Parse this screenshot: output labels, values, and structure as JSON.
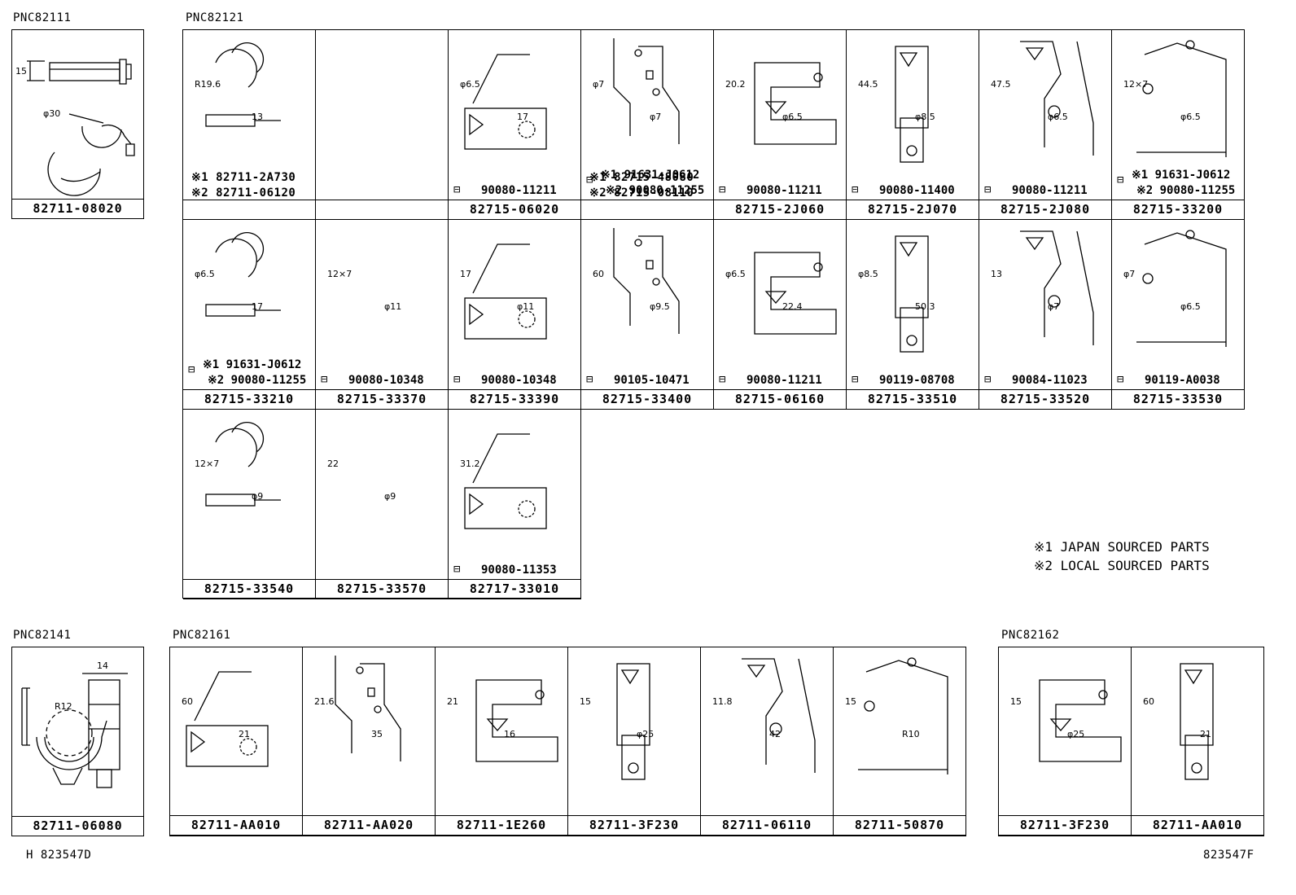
{
  "pnc_labels": {
    "p82111": "PNC82111",
    "p82121": "PNC82121",
    "p82141": "PNC82141",
    "p82161": "PNC82161",
    "p82162": "PNC82162"
  },
  "group_82111": {
    "cell": {
      "part": "82711-08020",
      "dims": [
        "15",
        "φ30"
      ]
    }
  },
  "group_82121": {
    "rows": [
      [
        {
          "notes": [
            "※1 82711-2A730",
            "※2 82711-06120"
          ],
          "part": "",
          "dims": [
            "R19.6",
            "13"
          ],
          "fastener": ""
        },
        {
          "part": "",
          "dims": [],
          "fastener": ""
        },
        {
          "part": "82715-06020",
          "dims": [
            "φ6.5",
            "17"
          ],
          "fastener": "90080-11211"
        },
        {
          "notes": [
            "※1 82715-48080",
            "※2 82715-08110"
          ],
          "part": "",
          "dims": [
            "φ7",
            "φ7"
          ],
          "fastener_notes": [
            "※1 91631-J0612",
            "※2 90080-11255"
          ]
        },
        {
          "part": "82715-2J060",
          "dims": [
            "20.2",
            "φ6.5"
          ],
          "fastener": "90080-11211"
        },
        {
          "part": "82715-2J070",
          "dims": [
            "44.5",
            "φ8.5"
          ],
          "fastener": "90080-11400"
        },
        {
          "part": "82715-2J080",
          "dims": [
            "47.5",
            "φ6.5"
          ],
          "fastener": "90080-11211"
        },
        {
          "part": "82715-33200",
          "dims": [
            "12×7",
            "φ6.5"
          ],
          "fastener_notes": [
            "※1 91631-J0612",
            "※2 90080-11255"
          ]
        }
      ],
      [
        {
          "part": "82715-33210",
          "dims": [
            "φ6.5",
            "17"
          ],
          "fastener_notes": [
            "※1 91631-J0612",
            "※2 90080-11255"
          ]
        },
        {
          "part": "82715-33370",
          "dims": [
            "12×7",
            "φ11"
          ],
          "fastener": "90080-10348"
        },
        {
          "part": "82715-33390",
          "dims": [
            "17",
            "φ11"
          ],
          "fastener": "90080-10348"
        },
        {
          "part": "82715-33400",
          "dims": [
            "60",
            "φ9.5"
          ],
          "fastener": "90105-10471"
        },
        {
          "part": "82715-06160",
          "dims": [
            "φ6.5",
            "22.4"
          ],
          "fastener": "90080-11211"
        },
        {
          "part": "82715-33510",
          "dims": [
            "φ8.5",
            "50.3"
          ],
          "fastener": "90119-08708"
        },
        {
          "part": "82715-33520",
          "dims": [
            "13",
            "φ7"
          ],
          "fastener": "90084-11023"
        },
        {
          "part": "82715-33530",
          "dims": [
            "φ7",
            "φ6.5"
          ],
          "fastener": "90119-A0038"
        }
      ],
      [
        {
          "part": "82715-33540",
          "dims": [
            "12×7",
            "φ9"
          ],
          "fastener": ""
        },
        {
          "part": "82715-33570",
          "dims": [
            "22",
            "φ9"
          ],
          "fastener": ""
        },
        {
          "part": "82717-33010",
          "dims": [
            "31.2"
          ],
          "fastener": "90080-11353"
        }
      ]
    ]
  },
  "group_82141": {
    "cell": {
      "part": "82711-06080",
      "dims": [
        "14",
        "R12"
      ]
    }
  },
  "group_82161": {
    "cells": [
      {
        "part": "82711-AA010",
        "dims": [
          "60",
          "21"
        ]
      },
      {
        "part": "82711-AA020",
        "dims": [
          "21.6",
          "35"
        ]
      },
      {
        "part": "82711-1E260",
        "dims": [
          "21",
          "16"
        ]
      },
      {
        "part": "82711-3F230",
        "dims": [
          "15",
          "φ25"
        ]
      },
      {
        "part": "82711-06110",
        "dims": [
          "11.8",
          "42"
        ]
      },
      {
        "part": "82711-50870",
        "dims": [
          "15",
          "R10"
        ]
      }
    ]
  },
  "group_82162": {
    "cells": [
      {
        "part": "82711-3F230",
        "dims": [
          "15",
          "φ25"
        ]
      },
      {
        "part": "82711-AA010",
        "dims": [
          "60",
          "21"
        ]
      }
    ]
  },
  "legend": [
    "※1 JAPAN SOURCED PARTS",
    "※2 LOCAL SOURCED PARTS"
  ],
  "footer": {
    "left": "H 823547D",
    "right": "823547F"
  }
}
